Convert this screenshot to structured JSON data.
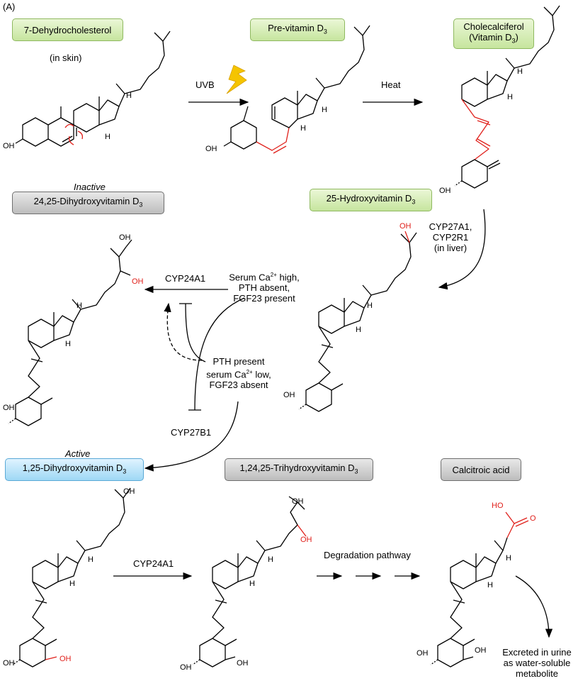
{
  "panel_label": "(A)",
  "compounds": {
    "dehydro": {
      "name": "7-Dehydrocholesterol",
      "note": "(in skin)"
    },
    "previtd3": {
      "name_main": "Pre-vitamin D",
      "sub": "3"
    },
    "chole": {
      "line1": "Cholecalciferol",
      "line2_main": "(Vitamin D",
      "line2_sub": "3",
      "line2_end": ")"
    },
    "dihydroxy2425": {
      "status": "Inactive",
      "name_main": "24,25-Dihydroxyvitamin D",
      "sub": "3"
    },
    "hydroxy25": {
      "name_main": "25-Hydroxyvitamin D",
      "sub": "3"
    },
    "dihydroxy125": {
      "status": "Active",
      "name_main": "1,25-Dihydroxyvitamin D",
      "sub": "3"
    },
    "trihydroxy": {
      "name_main": "1,24,25-Trihydroxyvitamin D",
      "sub": "3"
    },
    "calcitroic": {
      "name": "Calcitroic acid"
    }
  },
  "steps": {
    "uvb": "UVB",
    "heat": "Heat",
    "liver": [
      "CYP27A1,",
      "CYP2R1",
      "(in liver)"
    ],
    "cyp24a1_top": "CYP24A1",
    "cyp27b1": "CYP27B1",
    "cyp24a1_bottom": "CYP24A1",
    "degradation": "Degradation pathway",
    "excreted": [
      "Excreted in urine",
      "as water-soluble",
      "metabolite"
    ]
  },
  "conditions": {
    "high": {
      "l1a": "Serum Ca",
      "l1sup": "2+",
      "l1b": " high,",
      "l2": "PTH absent,",
      "l3": "FGF23 present"
    },
    "low": {
      "l1": "PTH present",
      "l2a": "serum Ca",
      "l2sup": "2+",
      "l2b": " low,",
      "l3": "FGF23 absent"
    }
  },
  "atoms": {
    "oh": "OH",
    "h": "H",
    "ho": "HO",
    "o": "O"
  },
  "colors": {
    "highlight": "#e0201b",
    "green_box": "#c6e59e",
    "gray_box": "#bdbdbd",
    "blue_box": "#9fd8f5",
    "lightning": "#f5c400"
  }
}
